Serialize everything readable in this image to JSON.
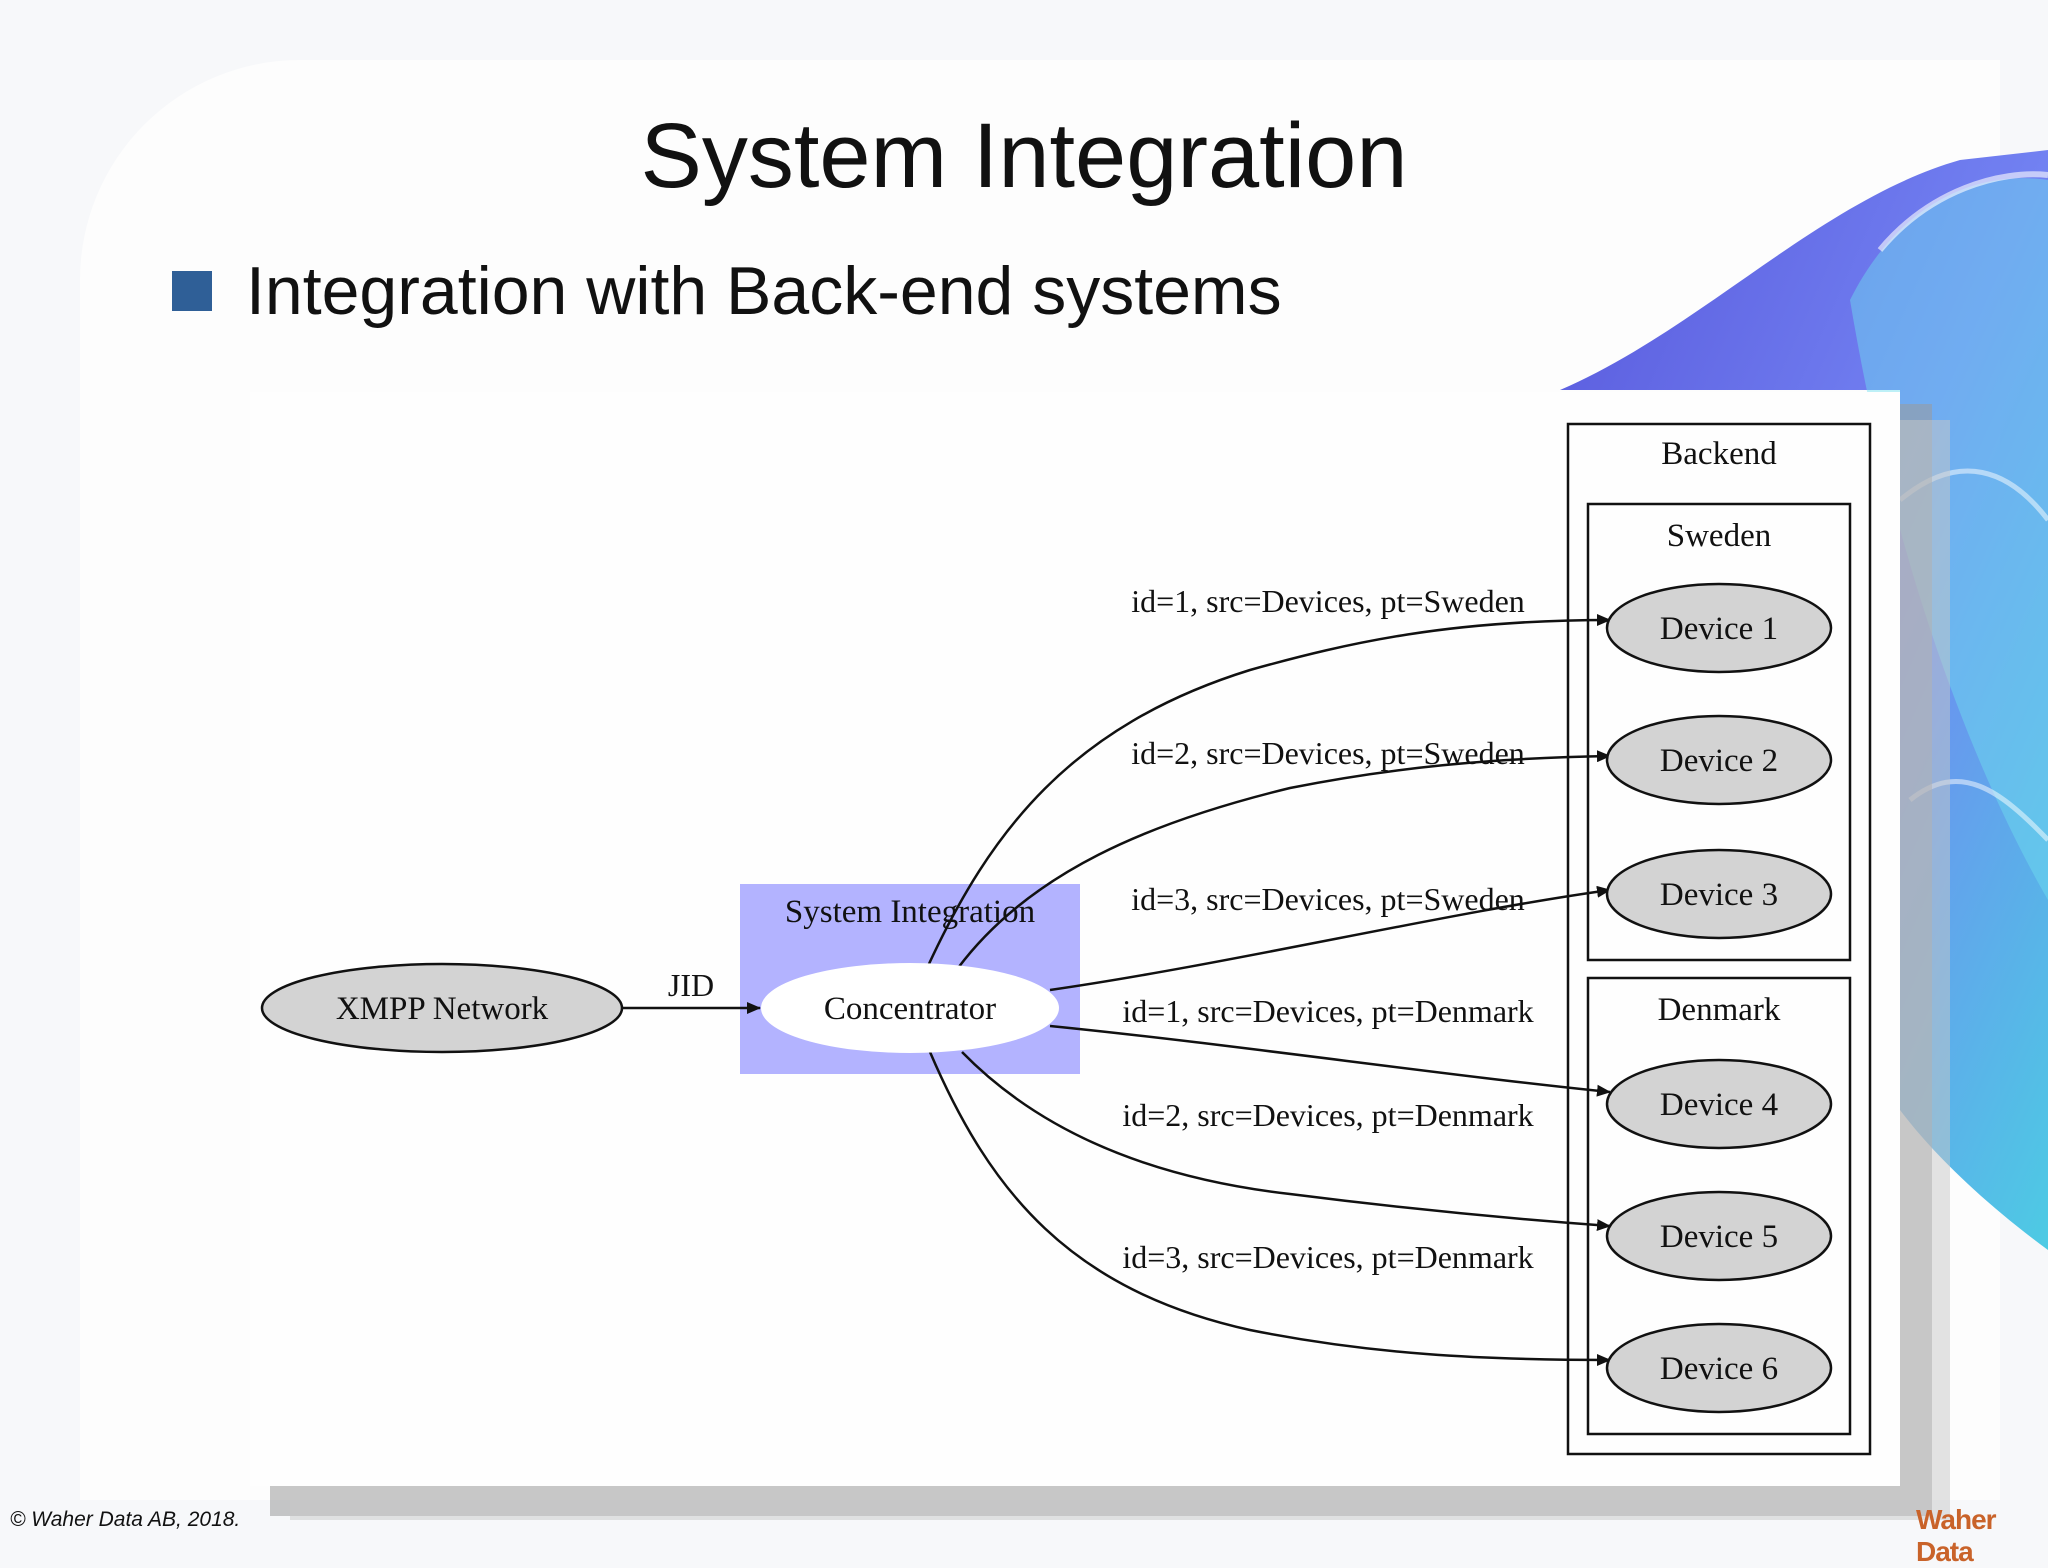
{
  "slide": {
    "title": "System Integration",
    "bullet": "Integration with Back-end systems",
    "footer": "© Waher Data AB, 2018.",
    "logo_text": "Waher Data"
  },
  "colors": {
    "bullet": "#2f5f97",
    "cluster_fill": "#b3b3ff",
    "node_fill": "#d3d3d3",
    "logo": "#c9632a"
  },
  "diagram": {
    "nodes": {
      "xmpp": "XMPP Network",
      "concentrator": "Concentrator",
      "device1": "Device 1",
      "device2": "Device 2",
      "device3": "Device 3",
      "device4": "Device 4",
      "device5": "Device 5",
      "device6": "Device 6"
    },
    "clusters": {
      "system_integration": "System Integration",
      "backend": "Backend",
      "sweden": "Sweden",
      "denmark": "Denmark"
    },
    "edges": {
      "jid": "JID",
      "e1": "id=1, src=Devices, pt=Sweden",
      "e2": "id=2, src=Devices, pt=Sweden",
      "e3": "id=3, src=Devices, pt=Sweden",
      "e4": "id=1, src=Devices, pt=Denmark",
      "e5": "id=2, src=Devices, pt=Denmark",
      "e6": "id=3, src=Devices, pt=Denmark"
    }
  }
}
